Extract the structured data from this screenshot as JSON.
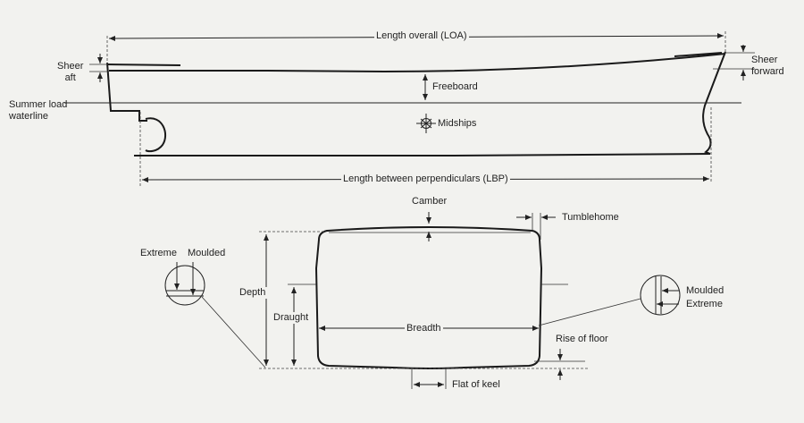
{
  "profile": {
    "loa": "Length overall (LOA)",
    "sheer_aft": [
      "Sheer",
      "aft"
    ],
    "sheer_forward": [
      "Sheer",
      "forward"
    ],
    "freeboard": "Freeboard",
    "waterline": [
      "Summer load",
      "waterline"
    ],
    "midships": "Midships",
    "lbp": "Length between perpendiculars (LBP)"
  },
  "section": {
    "camber": "Camber",
    "tumblehome": "Tumblehome",
    "extreme_left": "Extreme",
    "moulded_left": "Moulded",
    "moulded_right": "Moulded",
    "extreme_right": "Extreme",
    "depth": "Depth",
    "draught": "Draught",
    "breadth": "Breadth",
    "rise_of_floor": "Rise of floor",
    "flat_of_keel": "Flat of keel"
  }
}
